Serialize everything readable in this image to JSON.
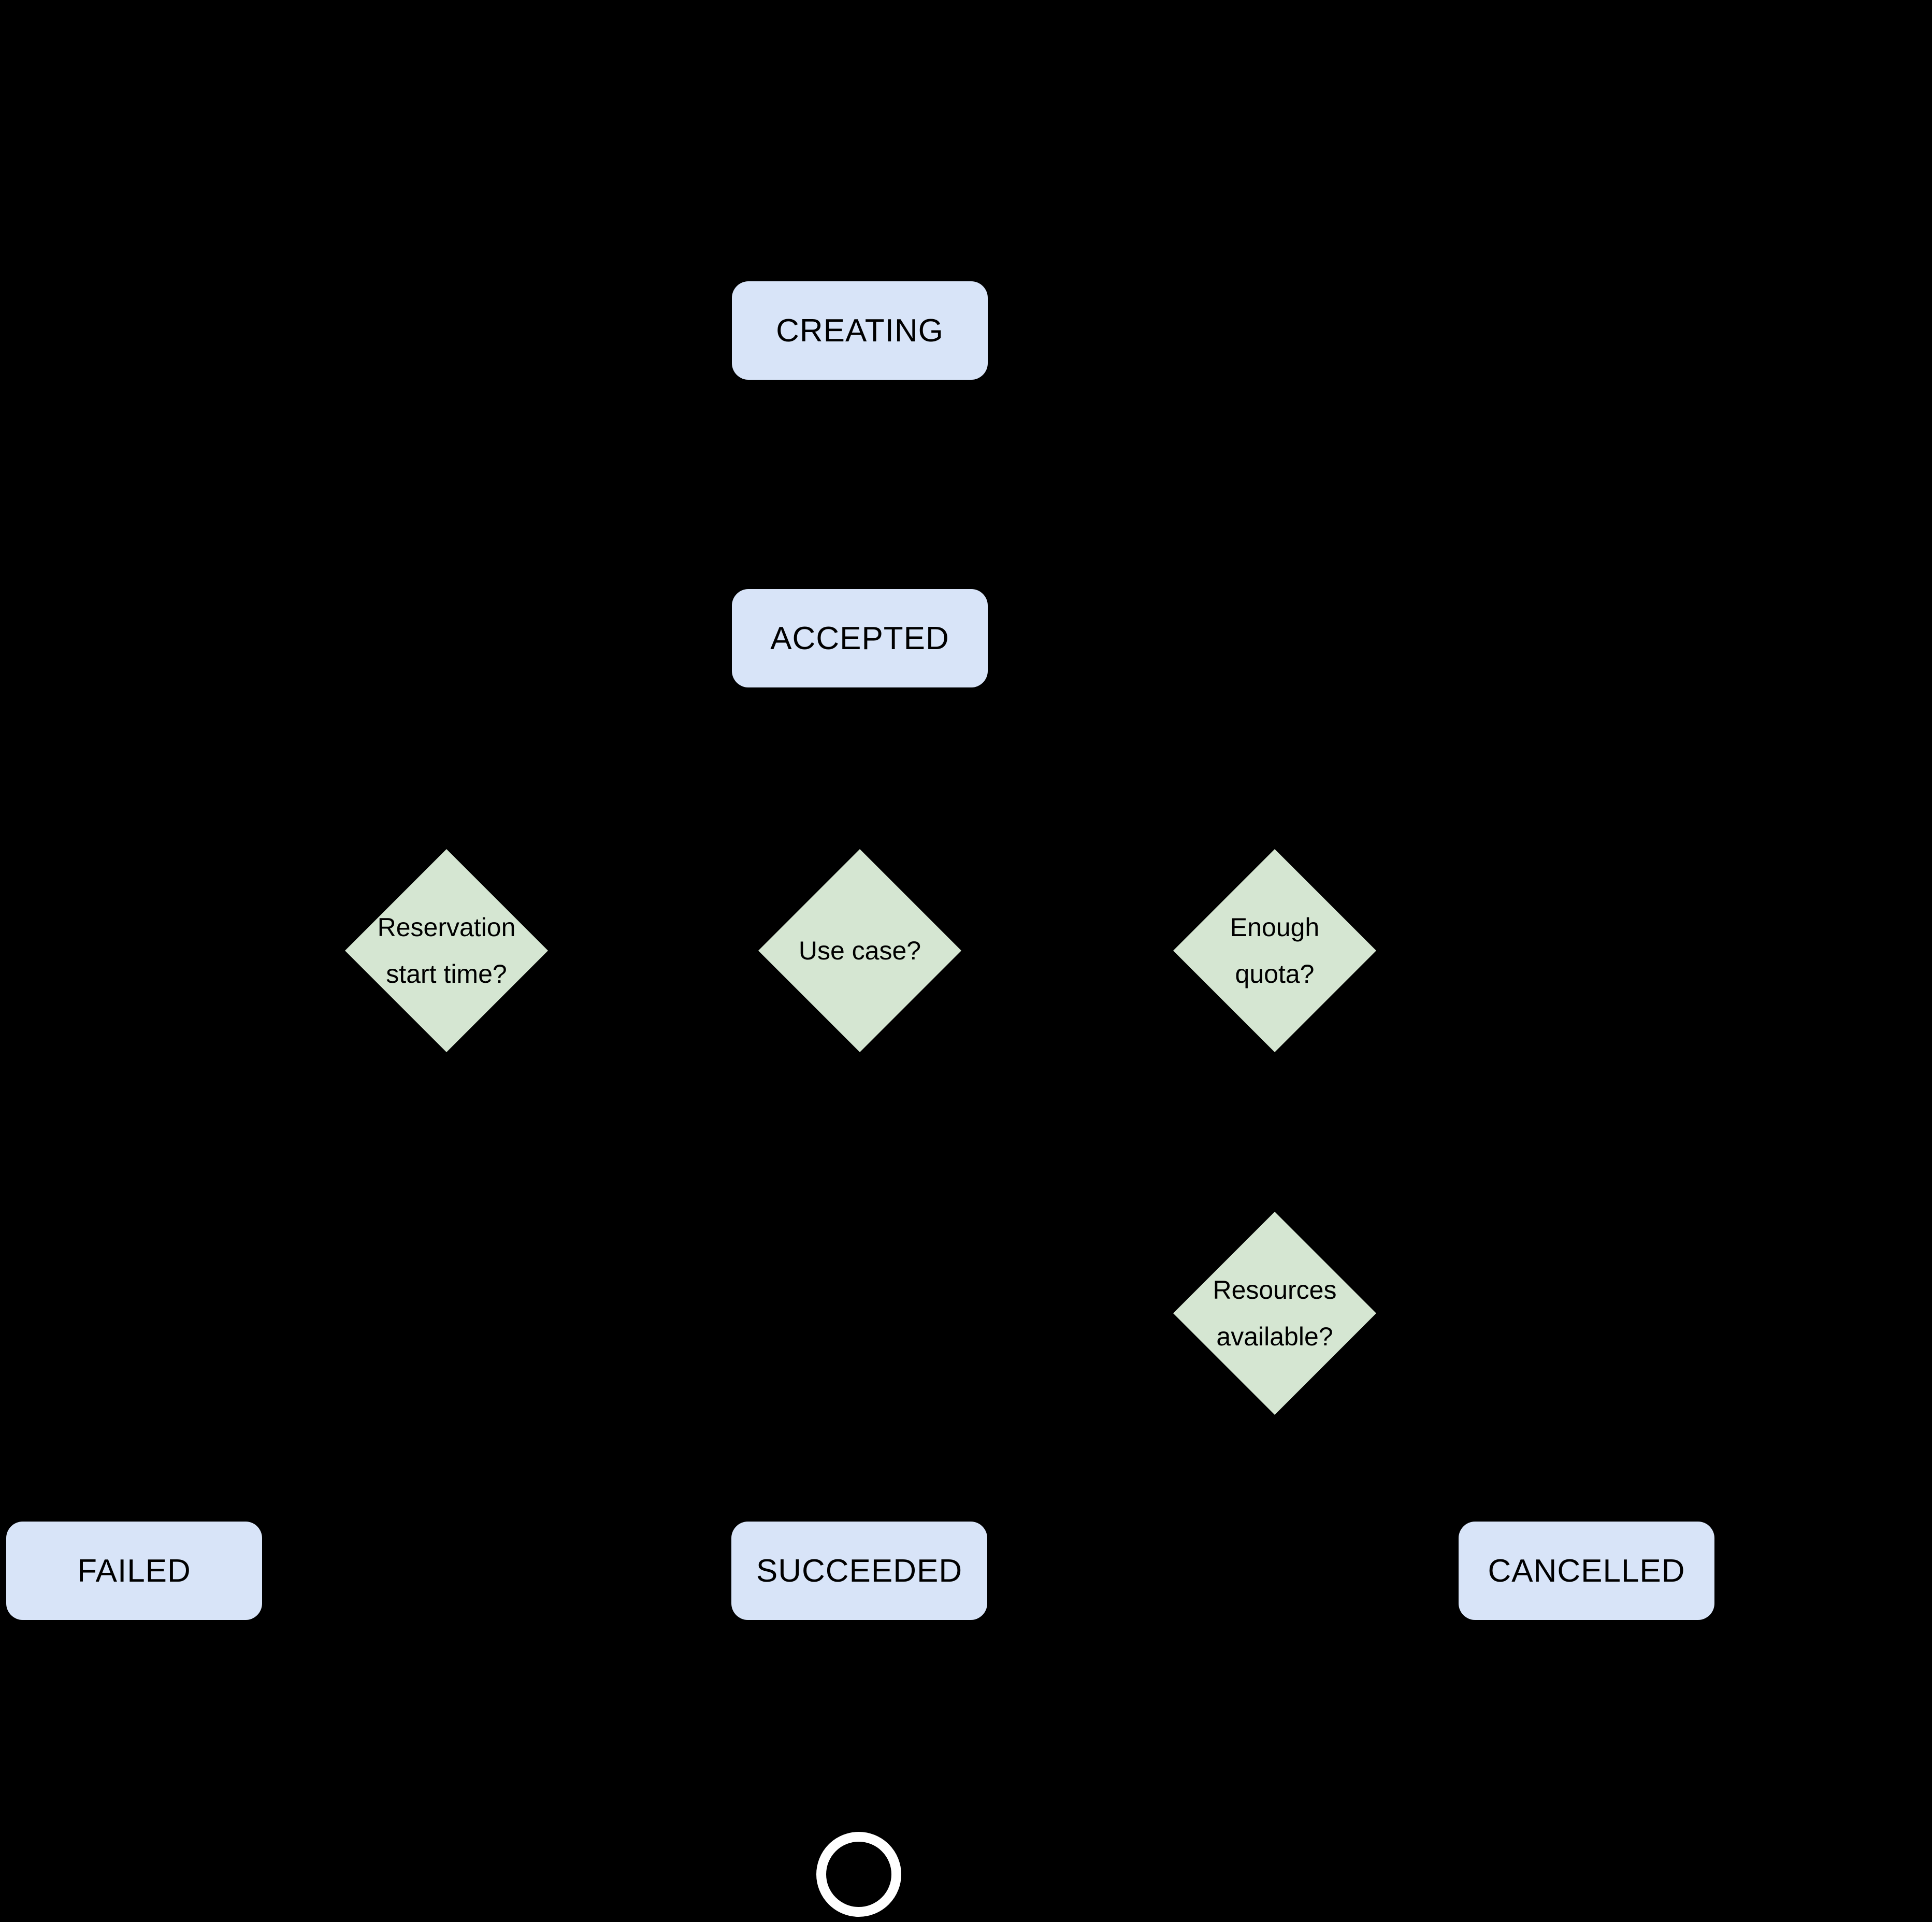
{
  "theme": {
    "background": "#000000",
    "state_fill": "#D8E4F8",
    "decision_fill": "#D5E6D2",
    "text": "#000000",
    "final_ring": "#FFFFFF"
  },
  "nodes": {
    "creating": {
      "label": "CREATING"
    },
    "accepted": {
      "label": "ACCEPTED"
    },
    "failed": {
      "label": "FAILED"
    },
    "succeeded": {
      "label": "SUCCEEDED"
    },
    "cancelled": {
      "label": "CANCELLED"
    },
    "reservation_start_time": {
      "line1": "Reservation",
      "line2": "start time?"
    },
    "use_case": {
      "line1": "Use case?"
    },
    "enough_quota": {
      "line1": "Enough",
      "line2": "quota?"
    },
    "resources_available": {
      "line1": "Resources",
      "line2": "available?"
    }
  }
}
